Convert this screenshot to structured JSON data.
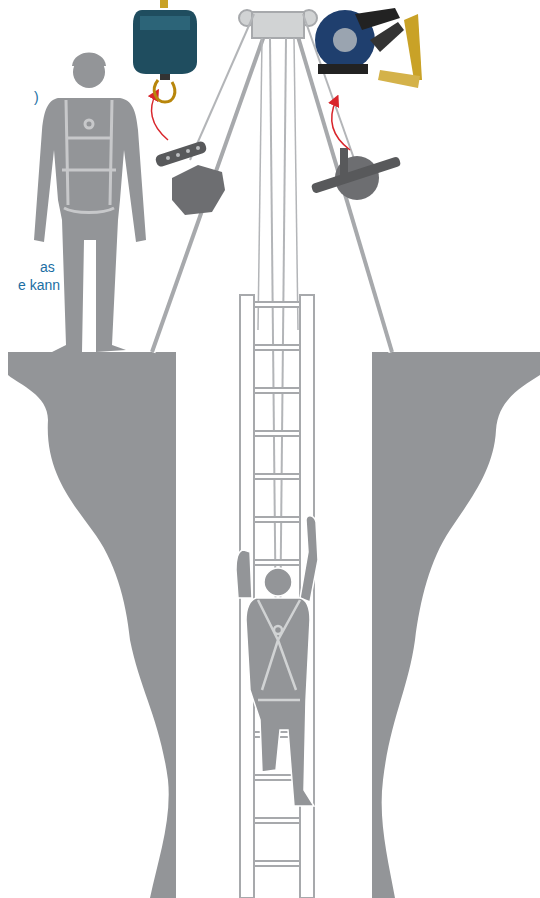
{
  "diagram": {
    "labels": [
      ")",
      "as",
      "e kann"
    ]
  }
}
